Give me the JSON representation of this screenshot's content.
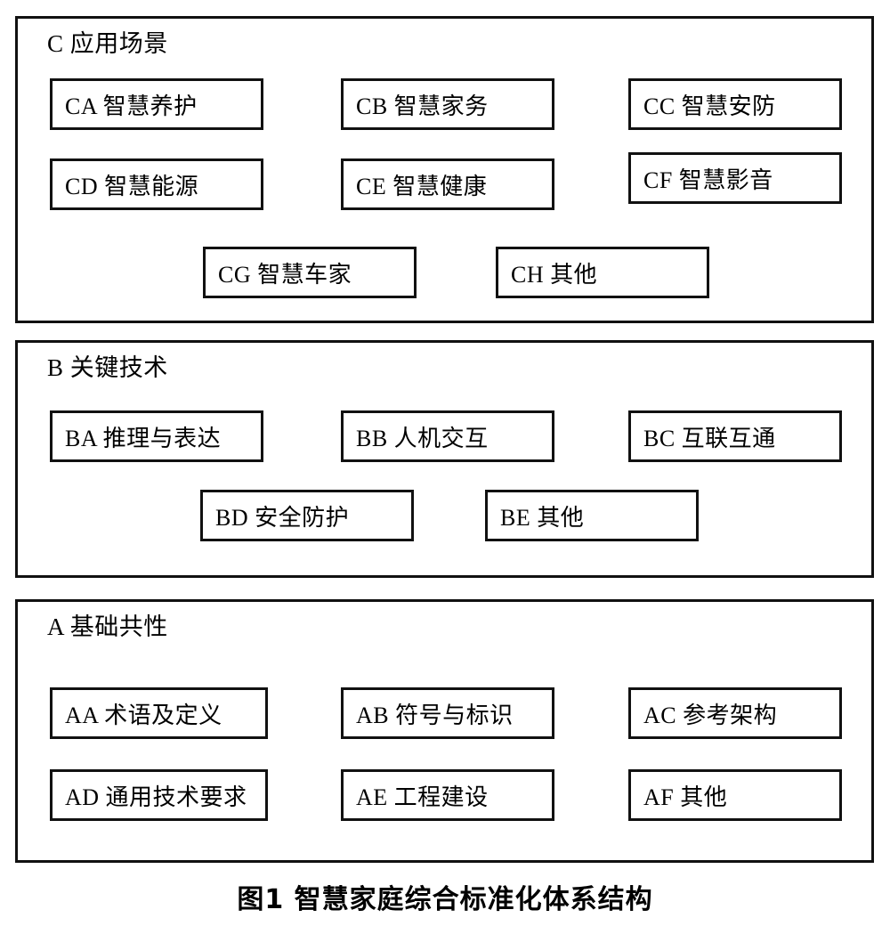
{
  "figure": {
    "caption": "图1 智慧家庭综合标准化体系结构",
    "ink_color": "#111111",
    "background_color": "#ffffff"
  },
  "sections": [
    {
      "id": "C",
      "title": "C 应用场景",
      "items": [
        {
          "code": "CA",
          "label": "CA 智慧养护"
        },
        {
          "code": "CB",
          "label": "CB 智慧家务"
        },
        {
          "code": "CC",
          "label": "CC 智慧安防"
        },
        {
          "code": "CD",
          "label": "CD 智慧能源"
        },
        {
          "code": "CE",
          "label": "CE 智慧健康"
        },
        {
          "code": "CF",
          "label": "CF 智慧影音"
        },
        {
          "code": "CG",
          "label": "CG 智慧车家"
        },
        {
          "code": "CH",
          "label": "CH  其他"
        }
      ]
    },
    {
      "id": "B",
      "title": "B 关键技术",
      "items": [
        {
          "code": "BA",
          "label": "BA 推理与表达"
        },
        {
          "code": "BB",
          "label": "BB 人机交互"
        },
        {
          "code": "BC",
          "label": "BC 互联互通"
        },
        {
          "code": "BD",
          "label": "BD 安全防护"
        },
        {
          "code": "BE",
          "label": "BE 其他"
        }
      ]
    },
    {
      "id": "A",
      "title": "A 基础共性",
      "items": [
        {
          "code": "AA",
          "label": "AA 术语及定义"
        },
        {
          "code": "AB",
          "label": "AB 符号与标识"
        },
        {
          "code": "AC",
          "label": "AC 参考架构"
        },
        {
          "code": "AD",
          "label": "AD 通用技术要求"
        },
        {
          "code": "AE",
          "label": "AE 工程建设"
        },
        {
          "code": "AF",
          "label": "AF 其他"
        }
      ]
    }
  ]
}
